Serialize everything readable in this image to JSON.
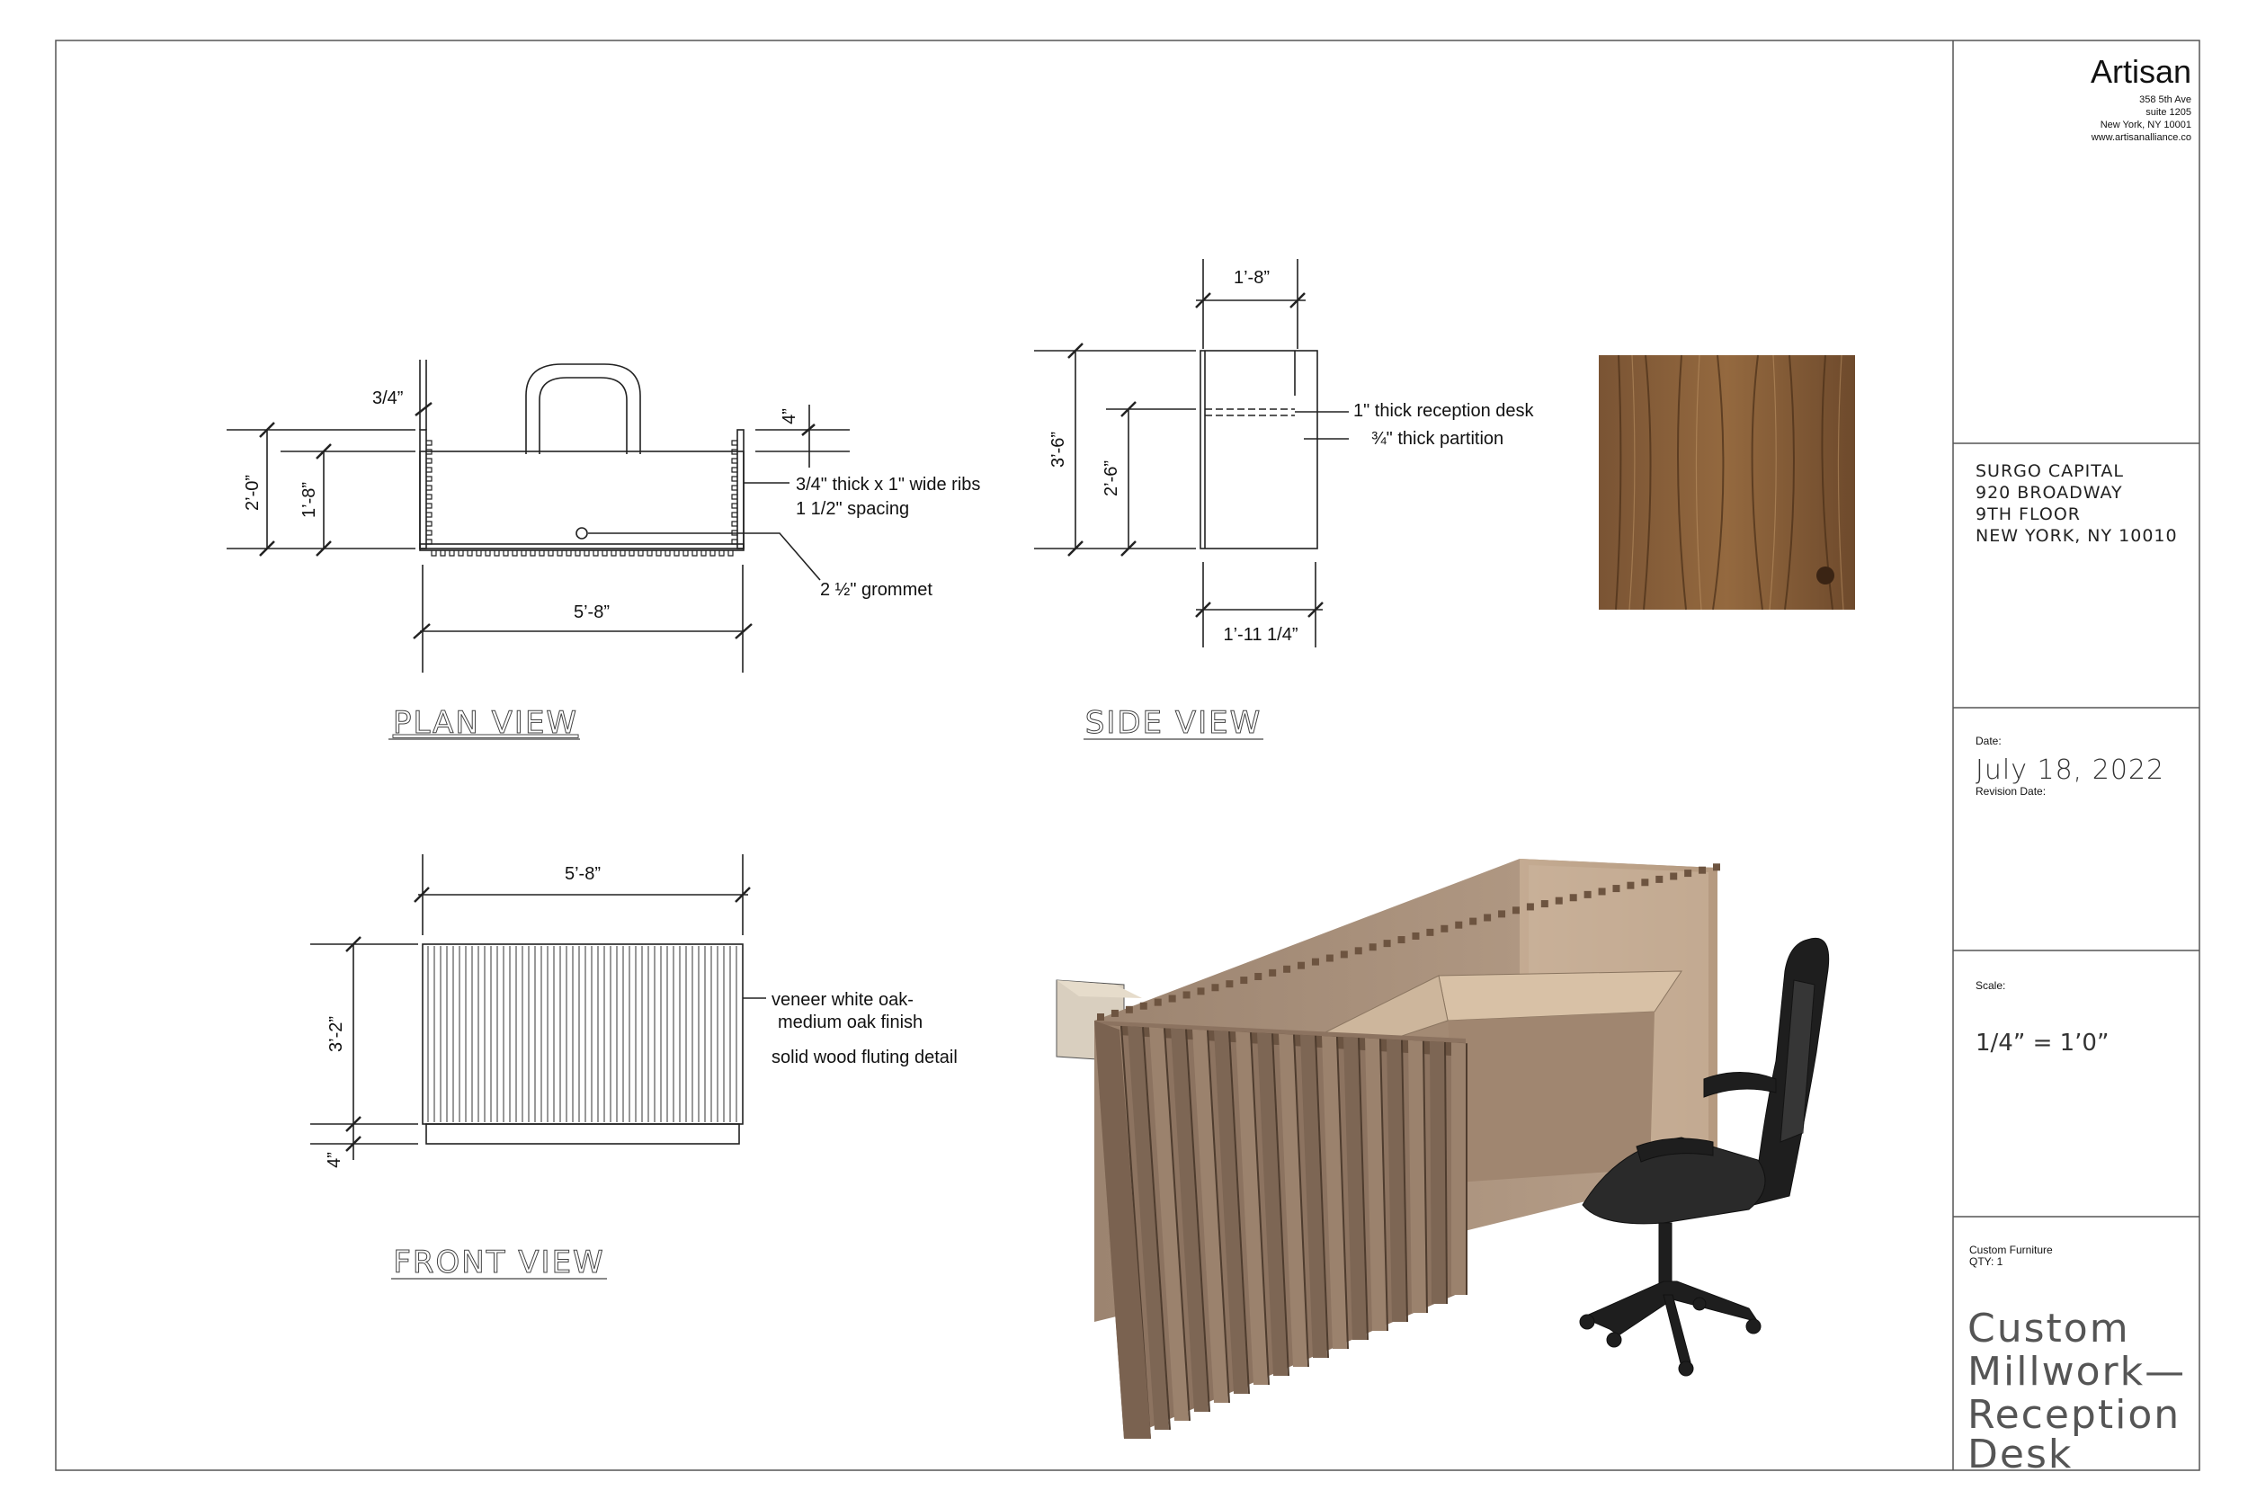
{
  "firm": {
    "name": "Artisan",
    "address": [
      "358 5th Ave",
      "suite 1205",
      "New York, NY 10001",
      "www.artisanalliance.co"
    ]
  },
  "client": {
    "lines": [
      "SURGO CAPITAL",
      "920 BROADWAY",
      "9TH FLOOR",
      "NEW YORK, NY 10010"
    ]
  },
  "dates": {
    "date_label": "Date:",
    "date_value": "July 18, 2022",
    "revision_label": "Revision Date:"
  },
  "scale": {
    "label": "Scale:",
    "value": "1/4” = 1’0”"
  },
  "project": {
    "category": "Custom Furniture",
    "qty": "QTY: 1",
    "title_lines": [
      "Custom",
      "Millwork—",
      "Reception",
      "Desk"
    ]
  },
  "plan_view": {
    "title": "PLAN VIEW",
    "dims": {
      "top_thickness": "3/4”",
      "overall_depth": "2’-0”",
      "inner_depth": "1’-8”",
      "width": "5’-8”",
      "rib_depth": "4”"
    },
    "notes": {
      "ribs_1": "3/4\" thick x 1\" wide ribs",
      "ribs_2": "1 1/2\" spacing",
      "grommet": "2 ½\" grommet"
    }
  },
  "side_view": {
    "title": "SIDE VIEW",
    "dims": {
      "top_width": "1’-8”",
      "overall_height": "3’-6”",
      "desk_height": "2’-6”",
      "bottom_width": "1’-11 1/4”"
    },
    "notes": {
      "desk": "1\" thick reception desk",
      "partition": "¾\" thick partition"
    }
  },
  "front_view": {
    "title": "FRONT VIEW",
    "dims": {
      "width": "5’-8”",
      "height": "3’-2”",
      "base": "4”"
    },
    "notes": {
      "veneer_1": "veneer white oak-",
      "veneer_2": "medium oak finish",
      "fluting": "solid wood fluting detail"
    }
  }
}
